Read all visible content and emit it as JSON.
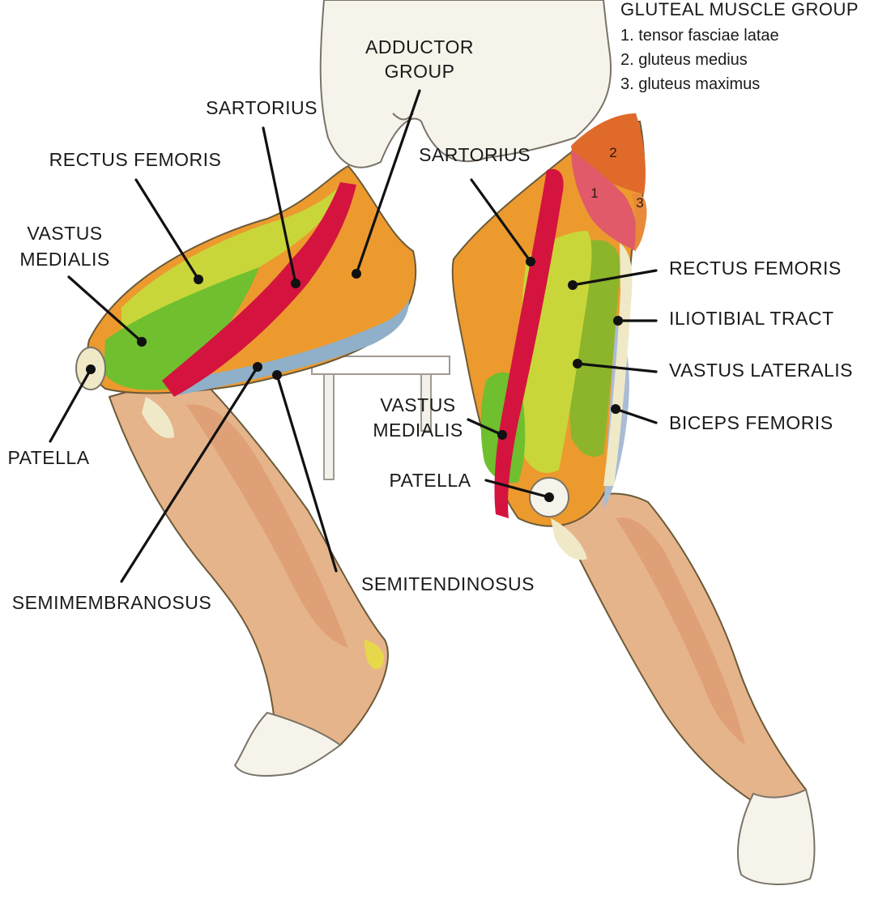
{
  "legend": {
    "title": "GLUTEAL MUSCLE GROUP",
    "items": [
      "1. tensor fasciae latae",
      "2. gluteus medius",
      "3. gluteus maximus"
    ]
  },
  "numbers": {
    "n1": "1",
    "n2": "2",
    "n3": "3"
  },
  "labels": {
    "adductor_line1": "ADDUCTOR",
    "adductor_line2": "GROUP",
    "sartorius_left": "SARTORIUS",
    "sartorius_right": "SARTORIUS",
    "rectus_femoris_left": "RECTUS FEMORIS",
    "vastus_medialis_left_1": "VASTUS",
    "vastus_medialis_left_2": "MEDIALIS",
    "patella_left": "PATELLA",
    "semimembranosus": "SEMIMEMBRANOSUS",
    "semitendinosus": "SEMITENDINOSUS",
    "rectus_femoris_right": "RECTUS FEMORIS",
    "iliotibial_tract": "ILIOTIBIAL TRACT",
    "vastus_lateralis": "VASTUS LATERALIS",
    "biceps_femoris": "BICEPS FEMORIS",
    "vastus_medialis_right_1": "VASTUS",
    "vastus_medialis_right_2": "MEDIALIS",
    "patella_right": "PATELLA"
  },
  "colors": {
    "rectus_femoris": "#c9d63a",
    "vastus_medialis": "#6fbf2e",
    "vastus_lateralis": "#8cb52c",
    "sartorius": "#d4143f",
    "adductor": "#ec9a2e",
    "hamstring": "#8fb0c8",
    "tensor_fasciae_latae": "#e05a6a",
    "gluteus_medius": "#e06a2a",
    "gluteus_maximus": "#e88a3a",
    "lower_leg": "#e6b48a",
    "tendon": "#efe9c8"
  }
}
